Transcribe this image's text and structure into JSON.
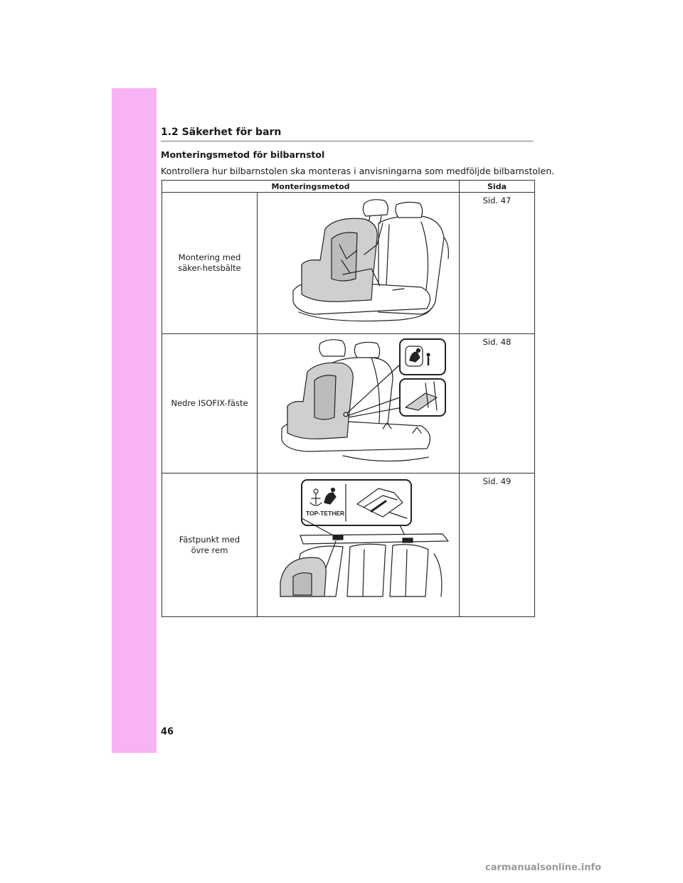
{
  "section": {
    "title": "1.2  Säkerhet för barn"
  },
  "subheading": "Monteringsmetod för bilbarnstol",
  "intro": "Kontrollera hur bilbarnstolen ska monteras i anvisningarna som medföljde bilbarnstolen.",
  "table": {
    "headers": [
      "Monteringsmetod",
      "Sida"
    ],
    "rows": [
      {
        "method": "Montering med säker-hetsbälte",
        "page": "Sid. 47",
        "illustration": "child-seat-belt-install"
      },
      {
        "method": "Nedre ISOFIX-fäste",
        "page": "Sid. 48",
        "illustration": "child-seat-isofix-install"
      },
      {
        "method": "Fästpunkt med övre rem",
        "page": "Sid. 49",
        "illustration": "child-seat-top-tether-install"
      }
    ]
  },
  "labels": {
    "top_tether": "TOP-TETHER"
  },
  "page_number": "46",
  "watermark": "carmanualsonline.info",
  "colors": {
    "side_tab": "#f8b3f4",
    "seat_fill": "#cfcfcf"
  }
}
